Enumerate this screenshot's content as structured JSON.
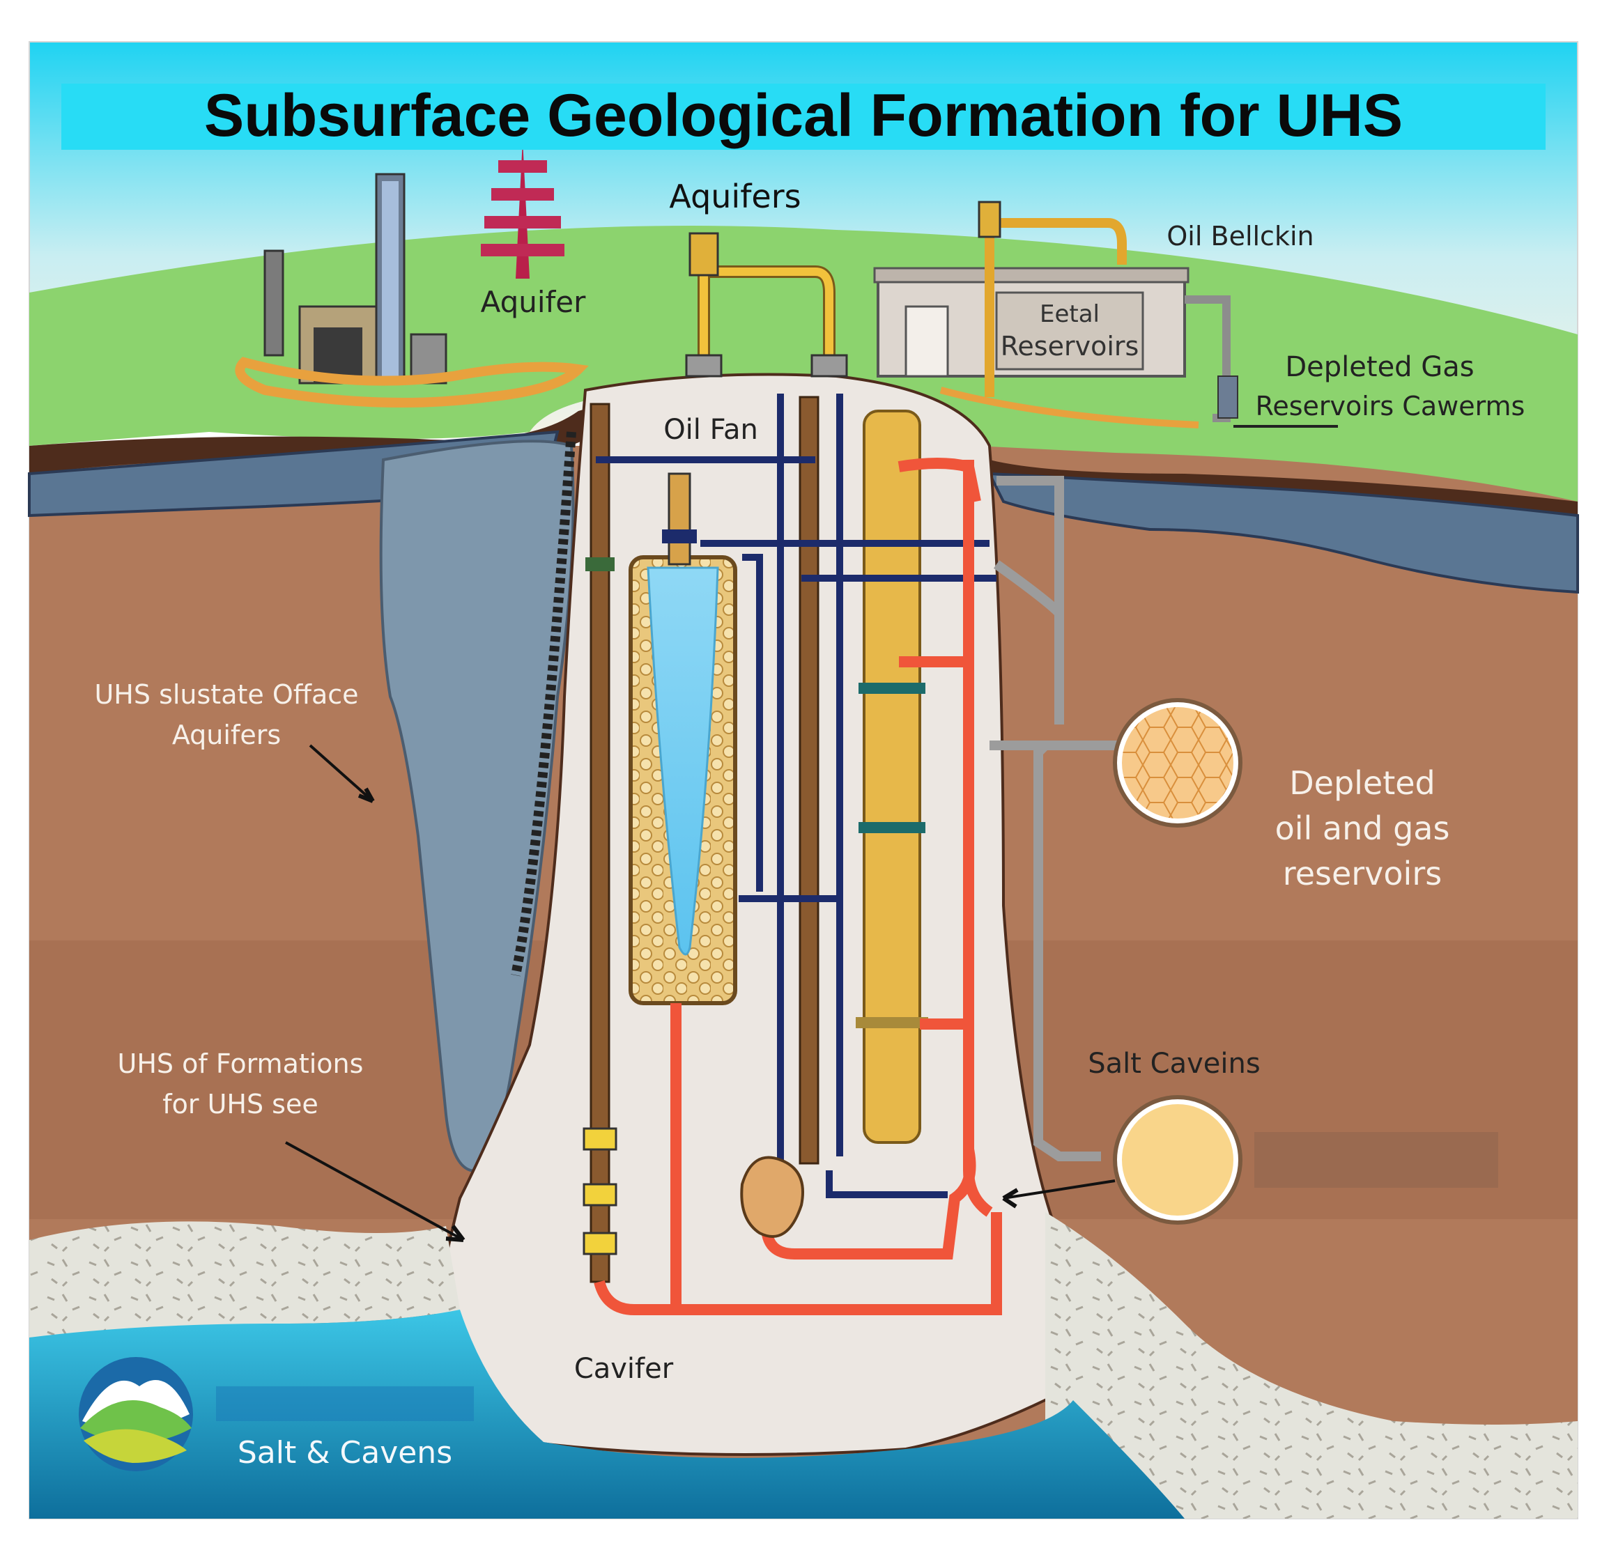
{
  "title": "Subsurface Geological Formation for UHS",
  "labels": {
    "aquifers_top": "Aquifers",
    "aquifer": "Aquifer",
    "oil_building": "Oil Bellckin",
    "retail_reservoirs_line1": "Eetal",
    "retail_reservoirs_line2": "Reservoirs",
    "depleted_gas_line1": "Depleted Gas",
    "depleted_gas_line2": "Reservoirs Cawerms",
    "oil_fan": "Oil Fan",
    "uhs_substate_line1": "UHS slustate Offace",
    "uhs_substate_line2": "Aquifers",
    "depleted_oil_line1": "Depleted",
    "depleted_oil_line2": "oil and gas",
    "depleted_oil_line3": "reservoirs",
    "uhs_formations_line1": "UHS of Formations",
    "uhs_formations_line2": "for UHS see",
    "salt_caverns": "Salt Caveins",
    "cavifer": "Cavifer",
    "logo_caption": "Salt & Cavens"
  },
  "colors": {
    "sky_top": "#1fd3f2",
    "sky_bottom": "#f2f4ea",
    "grass": "#8cd36e",
    "soil": "#b17a5b",
    "soil_dark": "#9a6046",
    "water_pocket": "#7e97ac",
    "cavern_light": "#ece7e2",
    "sea": "#1ea6d2",
    "pipe_red": "#f0553a",
    "pipe_navy": "#1c2b6b",
    "pipe_brown": "#8a5a2f",
    "pipe_yellow": "#e7b84a",
    "title_band": "#28dcf5"
  }
}
